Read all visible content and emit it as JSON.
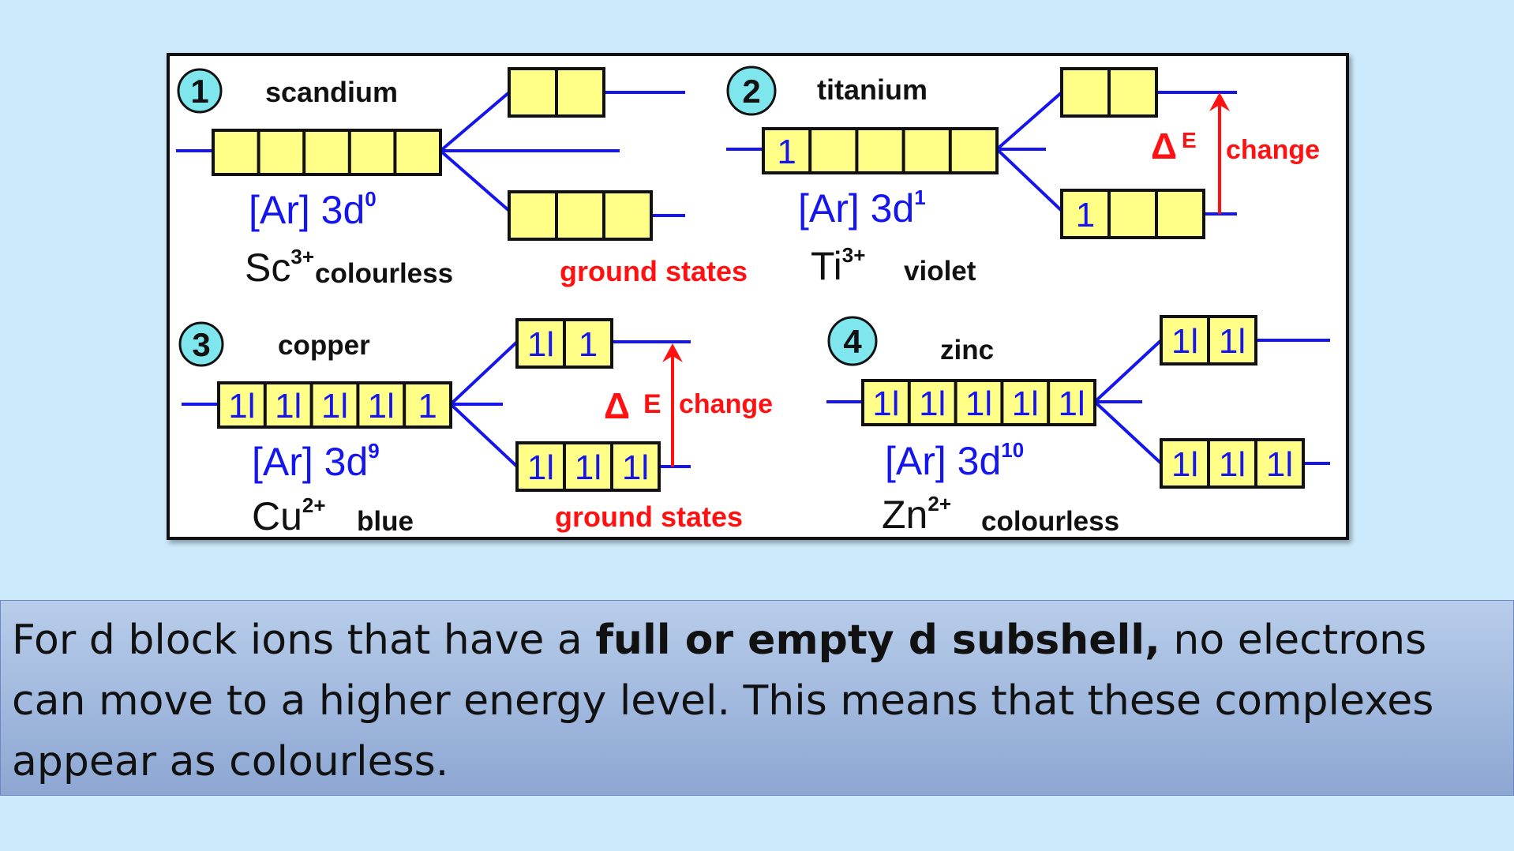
{
  "colors": {
    "background": "#cdeafc",
    "box_fill": "#ffff88",
    "line_blue": "#1515ee",
    "label_red": "#ff1111",
    "badge_fill": "#7ee6ec"
  },
  "diagram": {
    "panels": [
      {
        "badge": "1",
        "element": "scandium",
        "config_prefix": "[Ar] 3d",
        "config_sup": "0",
        "ion_symbol": "Sc",
        "ion_charge": "3+",
        "colour": "colourless",
        "lower_five": [
          "",
          "",
          "",
          "",
          ""
        ],
        "upper_pair": [
          "",
          ""
        ],
        "lower_triple": [
          "",
          "",
          ""
        ]
      },
      {
        "badge": "2",
        "element": "titanium",
        "config_prefix": "[Ar] 3d",
        "config_sup": "1",
        "ion_symbol": "Ti",
        "ion_charge": "3+",
        "colour": "violet",
        "lower_five": [
          "1",
          "",
          "",
          "",
          ""
        ],
        "upper_pair": [
          "",
          ""
        ],
        "lower_triple": [
          "1",
          "",
          ""
        ],
        "delta_symbol": "Δ",
        "delta_letter": "E",
        "delta_text": "change"
      },
      {
        "badge": "3",
        "element": "copper",
        "config_prefix": "[Ar] 3d",
        "config_sup": "9",
        "ion_symbol": "Cu",
        "ion_charge": "2+",
        "colour": "blue",
        "lower_five": [
          "1l",
          "1l",
          "1l",
          "1l",
          "1"
        ],
        "upper_pair": [
          "1l",
          "1"
        ],
        "lower_triple": [
          "1l",
          "1l",
          "1l"
        ],
        "delta_symbol": "Δ",
        "delta_letter": "E",
        "delta_text": "change"
      },
      {
        "badge": "4",
        "element": "zinc",
        "config_prefix": "[Ar] 3d",
        "config_sup": "10",
        "ion_symbol": "Zn",
        "ion_charge": "2+",
        "colour": "colourless",
        "lower_five": [
          "1l",
          "1l",
          "1l",
          "1l",
          "1l"
        ],
        "upper_pair": [
          "1l",
          "1l"
        ],
        "lower_triple": [
          "1l",
          "1l",
          "1l"
        ]
      }
    ],
    "ground_states_labels": [
      "ground states",
      "ground states"
    ]
  },
  "caption": {
    "part1": "For d block ions that have a ",
    "bold": "full or empty d subshell,",
    "part2": " no electrons can move to a higher energy level. This means that these complexes appear as colourless."
  }
}
